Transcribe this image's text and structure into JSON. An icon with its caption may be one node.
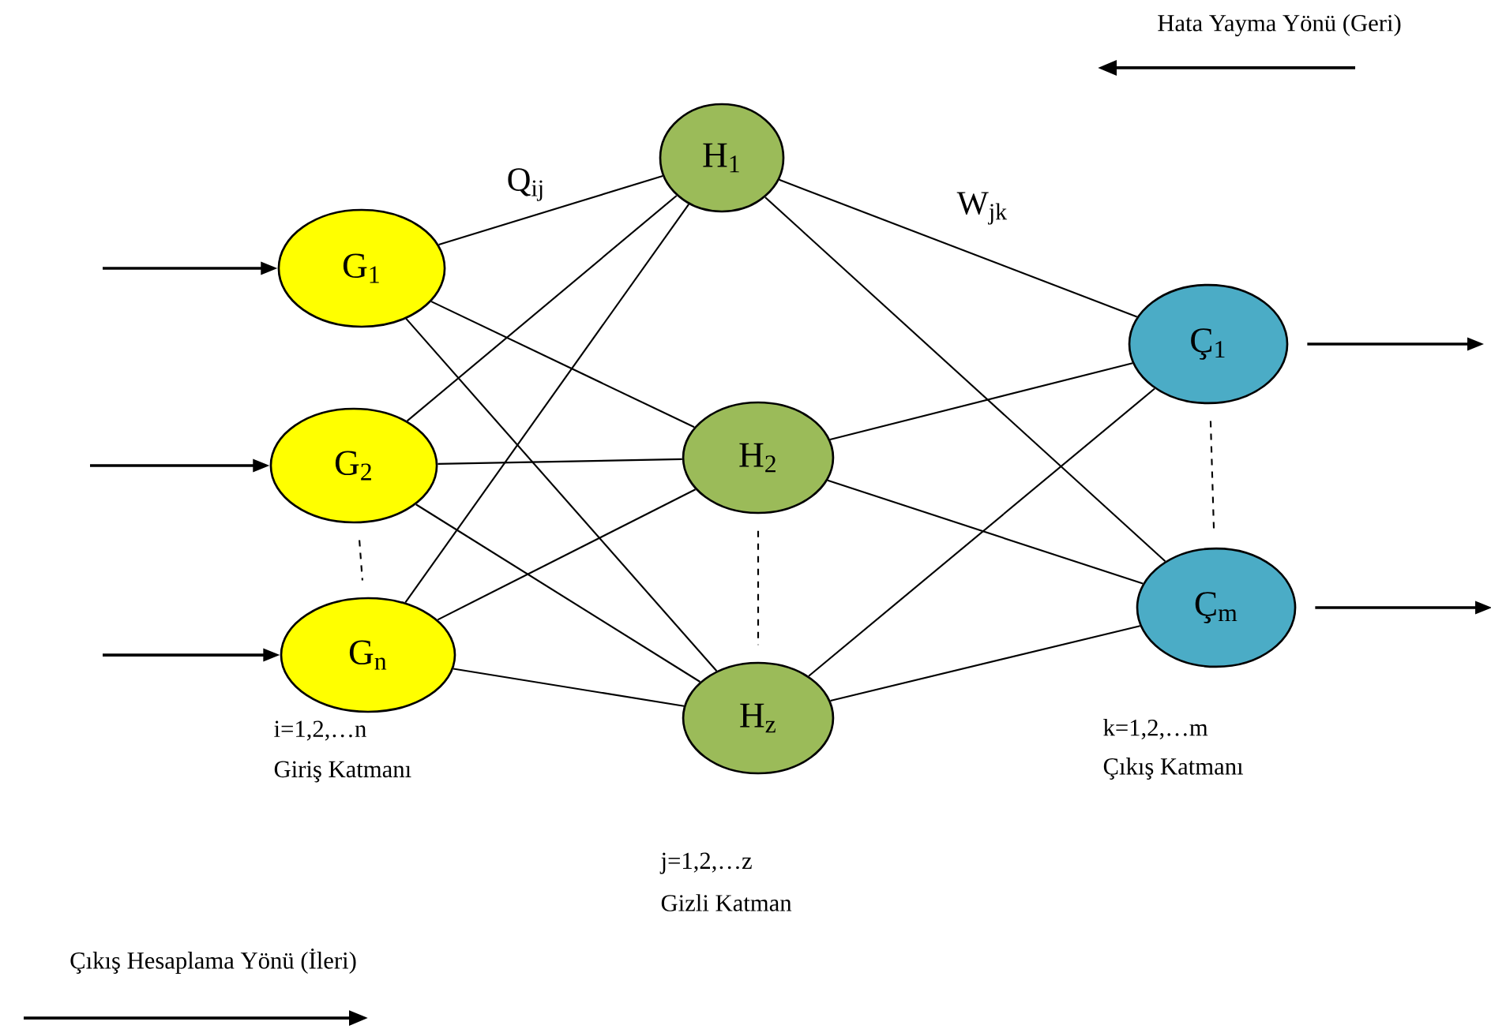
{
  "diagram": {
    "nodes": [
      {
        "text": [
          "G$_{1}$"
        ]
      },
      {
        "text": [
          "G$_{2}$"
        ]
      },
      {
        "text": [
          "G$_{n}$"
        ]
      },
      {
        "text": [
          "H$_{1}$"
        ]
      },
      {
        "text": [
          "H$_{2}$"
        ]
      },
      {
        "text": [
          "H$_{z}$"
        ]
      },
      {
        "text": [
          "Ç$_{1}$"
        ]
      },
      {
        "text": [
          "Ç$_{m}$"
        ]
      }
    ],
    "edges": [
      {
        "from": null,
        "to": 0,
        "arrow": "to"
      },
      {
        "from": null,
        "to": 1,
        "arrow": "to"
      },
      {
        "from": null,
        "to": 2,
        "arrow": "to"
      },
      {
        "from": 0,
        "to": 3,
        "arrow": "none",
        "label": "Q$_{ij}$"
      },
      {
        "from": 0,
        "to": 4,
        "arrow": "none"
      },
      {
        "from": 0,
        "to": 5,
        "arrow": "none"
      },
      {
        "from": 1,
        "to": 3,
        "arrow": "none"
      },
      {
        "from": 1,
        "to": 4,
        "arrow": "none"
      },
      {
        "from": 1,
        "to": 5,
        "arrow": "none"
      },
      {
        "from": 2,
        "to": 3,
        "arrow": "none"
      },
      {
        "from": 2,
        "to": 4,
        "arrow": "none"
      },
      {
        "from": 2,
        "to": 5,
        "arrow": "none"
      },
      {
        "from": 3,
        "to": 6,
        "arrow": "none",
        "label": "W$_{jk}$"
      },
      {
        "from": 3,
        "to": 7,
        "arrow": "none"
      },
      {
        "from": 4,
        "to": 6,
        "arrow": "none"
      },
      {
        "from": 4,
        "to": 7,
        "arrow": "none"
      },
      {
        "from": 5,
        "to": 6,
        "arrow": "none"
      },
      {
        "from": 5,
        "to": 7,
        "arrow": "none"
      },
      {
        "from": 6,
        "to": null,
        "arrow": "to"
      },
      {
        "from": 7,
        "to": null,
        "arrow": "to"
      },
      {
        "from": 1,
        "to": 2,
        "arrow": "none",
        "style": "dashed"
      },
      {
        "from": 4,
        "to": 5,
        "arrow": "none",
        "style": "dashed"
      },
      {
        "from": 6,
        "to": 7,
        "arrow": "none",
        "style": "dashed"
      }
    ],
    "labels": [
      "Hata Yayma Yönü (Geri)",
      "i=1,2,…n",
      "Giriş Katmanı",
      "k=1,2,…m",
      "Çıkış Katmanı",
      "j=1,2,…z",
      "Gizli Katman",
      "Çıkış Hesaplama Yönü (İleri)"
    ]
  }
}
